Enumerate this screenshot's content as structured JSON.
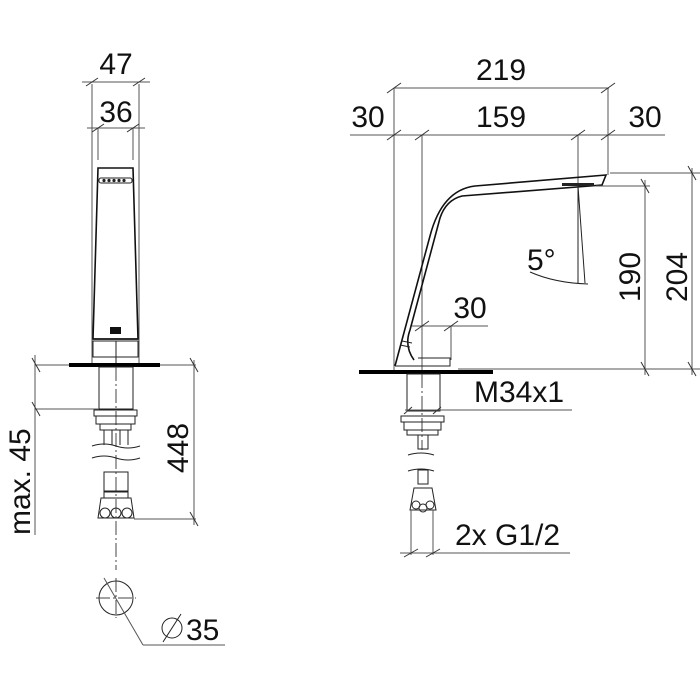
{
  "drawing": {
    "title": "Faucet technical dimension drawing",
    "front_view": {
      "dim_width_outer": "47",
      "dim_width_inner": "36",
      "dim_max_thickness": "max. 45",
      "dim_hose_length": "448",
      "dim_hole_diameter": "35"
    },
    "side_view": {
      "dim_total_reach": "219",
      "dim_left_offset": "30",
      "dim_spout_reach": "159",
      "dim_right_offset": "30",
      "dim_spout_angle": "5°",
      "dim_outlet_height": "190",
      "dim_total_height": "204",
      "dim_base_diameter": "30",
      "thread_spec": "M34x1",
      "connection_spec": "2x G1/2"
    },
    "colors": {
      "line": "#111111",
      "dimension": "#555555",
      "background": "#ffffff"
    }
  }
}
